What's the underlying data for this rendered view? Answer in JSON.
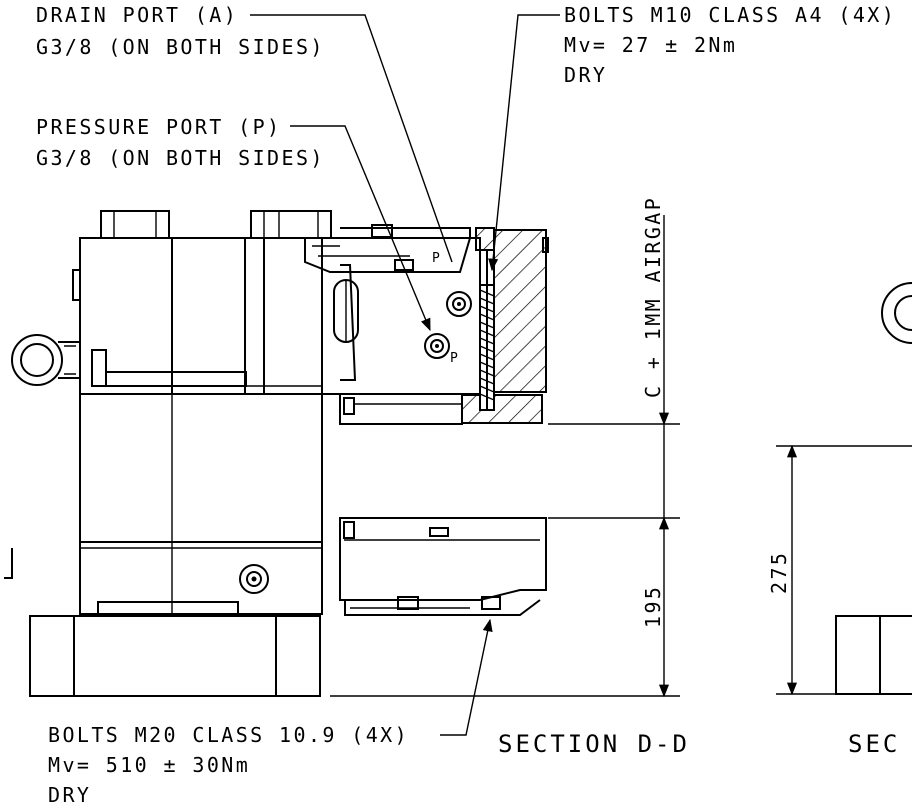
{
  "callouts": {
    "drain_port": {
      "line1": "DRAIN PORT (A)",
      "line2": "G3/8 (ON BOTH SIDES)"
    },
    "pressure_port": {
      "line1": "PRESSURE PORT (P)",
      "line2": "G3/8 (ON BOTH SIDES)"
    },
    "bolts_m10": {
      "line1": "BOLTS M10 CLASS A4 (4X)",
      "line2": "Mv= 27 ± 2Nm",
      "line3": "DRY"
    },
    "bolts_m20": {
      "line1": "BOLTS M20 CLASS 10.9 (4X)",
      "line2": "Mv= 510 ± 30Nm",
      "line3": "DRY"
    }
  },
  "dimensions": {
    "airgap": "C + 1MM AIRGAP",
    "height_195": "195",
    "height_275": "275"
  },
  "sections": {
    "main": "SECTION D-D",
    "secondary": "SEC"
  },
  "port_marks": {
    "p_upper": "P",
    "p_lower": "P"
  }
}
